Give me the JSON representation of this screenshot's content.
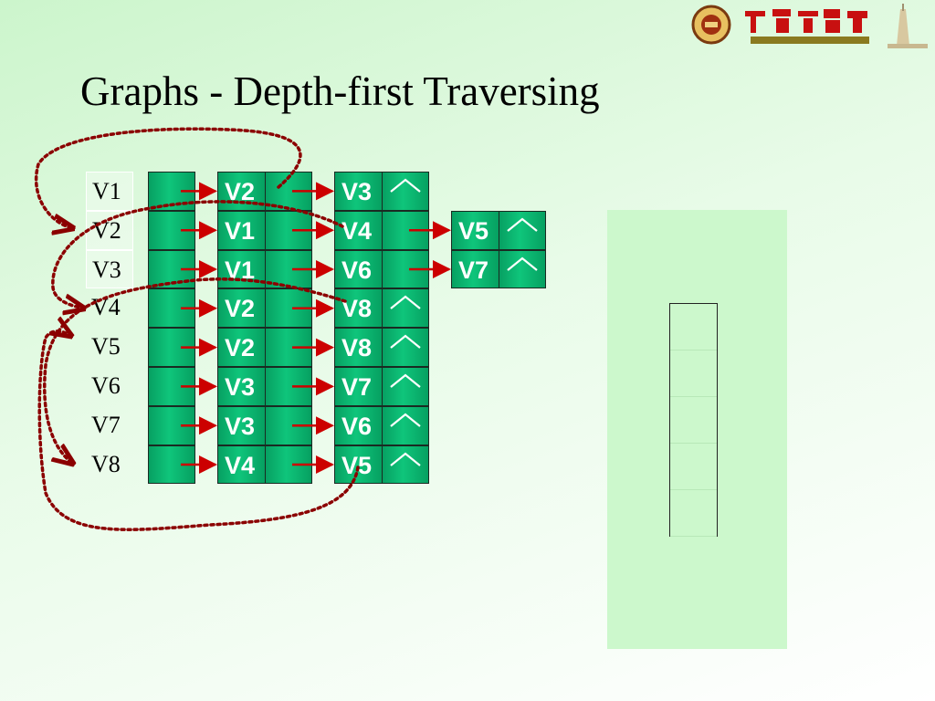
{
  "slide": {
    "title": "Graphs - Depth-first Traversing"
  },
  "logo": {
    "icon": "university-logo-icon",
    "tower_icon": "tower-icon"
  },
  "colors": {
    "node_fill": "#0bb871",
    "node_border": "#1a2a22",
    "arrow": "#cc0000",
    "dotted_path": "#8b0000",
    "stack_panel": "#ccf8cc"
  },
  "diagram": {
    "vertices": [
      "V1",
      "V2",
      "V3",
      "V4",
      "V5",
      "V6",
      "V7",
      "V8"
    ],
    "adjacency": [
      [
        {
          "name": "V2",
          "end": false
        },
        {
          "name": "V3",
          "end": true
        }
      ],
      [
        {
          "name": "V1",
          "end": false
        },
        {
          "name": "V4",
          "end": false
        },
        {
          "name": "V5",
          "end": true
        }
      ],
      [
        {
          "name": "V1",
          "end": false
        },
        {
          "name": "V6",
          "end": false
        },
        {
          "name": "V7",
          "end": true
        }
      ],
      [
        {
          "name": "V2",
          "end": false
        },
        {
          "name": "V8",
          "end": true
        }
      ],
      [
        {
          "name": "V2",
          "end": false
        },
        {
          "name": "V8",
          "end": true
        }
      ],
      [
        {
          "name": "V3",
          "end": false
        },
        {
          "name": "V7",
          "end": true
        }
      ],
      [
        {
          "name": "V3",
          "end": false
        },
        {
          "name": "V6",
          "end": true
        }
      ],
      [
        {
          "name": "V4",
          "end": false
        },
        {
          "name": "V5",
          "end": true
        }
      ]
    ],
    "null_pointer_icon": "null-pointer-icon"
  },
  "stack": {
    "slots": 5
  }
}
